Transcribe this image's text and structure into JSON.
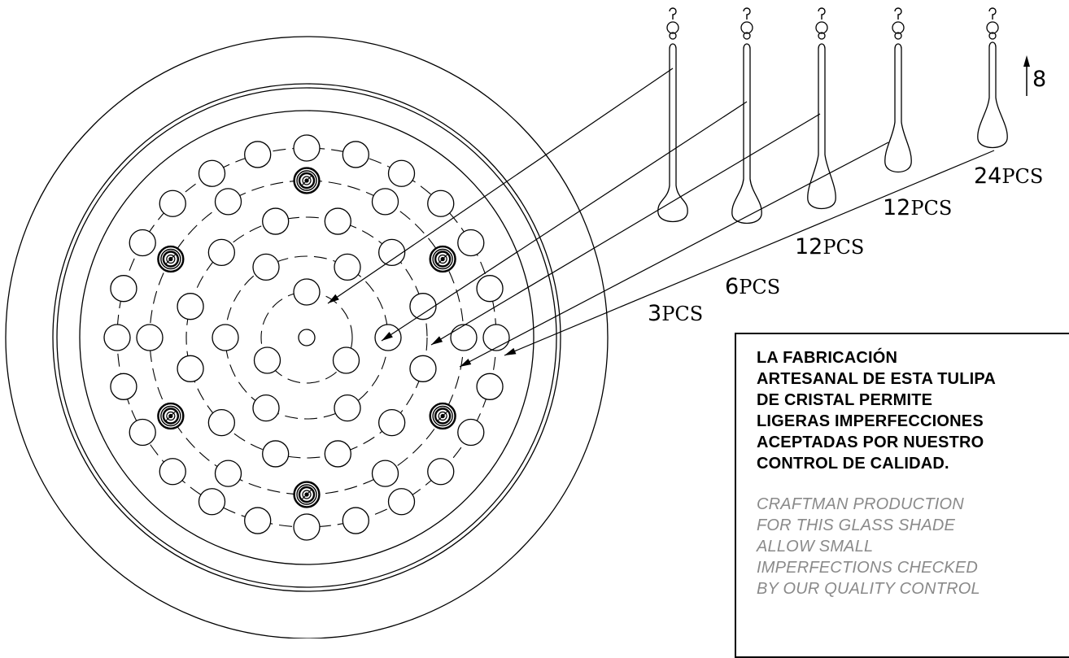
{
  "quantities": [
    {
      "num": "3",
      "unit": "PCS"
    },
    {
      "num": "6",
      "unit": "PCS"
    },
    {
      "num": "12",
      "unit": "PCS"
    },
    {
      "num": "12",
      "unit": "PCS"
    },
    {
      "num": "24",
      "unit": "PCS"
    }
  ],
  "dimension_label": "8",
  "note": {
    "spanish": "LA FABRICACIÓN\nARTESANAL DE ESTA TULIPA\nDE CRISTAL PERMITE\nLIGERAS IMPERFECCIONES\nACEPTADAS POR NUESTRO\nCONTROL DE CALIDAD.",
    "english": "CRAFTMAN PRODUCTION\nFOR THIS GLASS SHADE\nALLOW SMALL\nIMPERFECTIONS CHECKED\nBY OUR QUALITY CONTROL"
  }
}
